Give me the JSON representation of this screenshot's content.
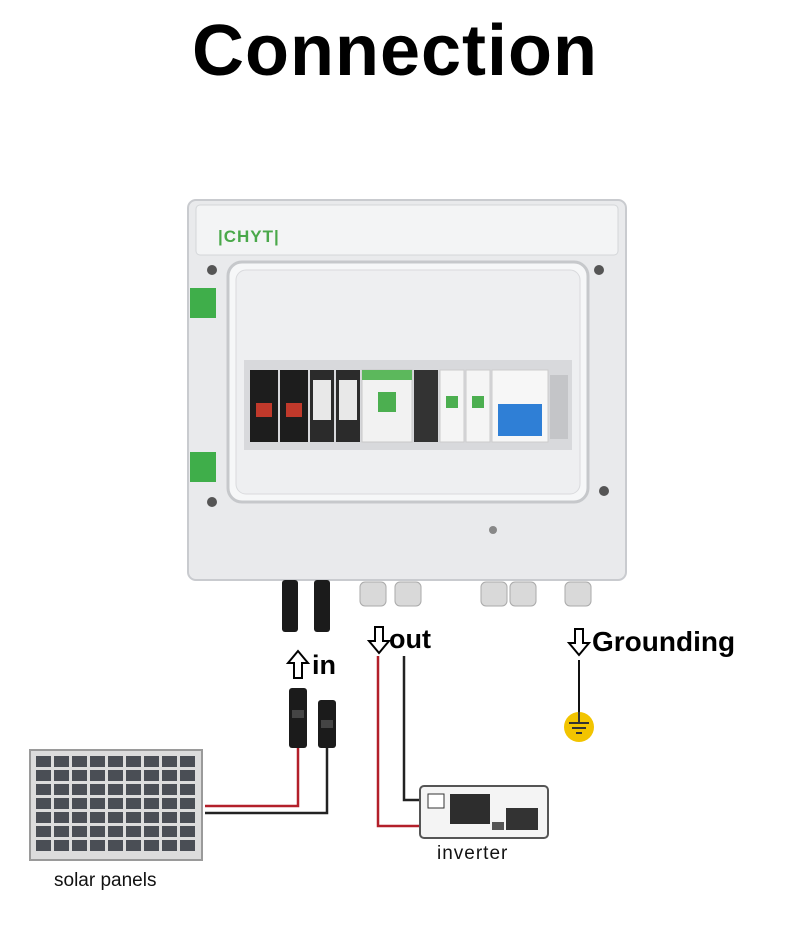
{
  "title": "Connection",
  "brand": "|CHYT|",
  "labels": {
    "in": "in",
    "out": "out",
    "grounding": "Grounding",
    "inverter": "inverter",
    "solar_panels": "solar panels"
  },
  "icons": [
    "up-arrow-icon",
    "down-arrow-icon",
    "ground-symbol-icon",
    "solar-panel-icon",
    "inverter-icon",
    "mc4-connector-icon"
  ],
  "colors": {
    "wire_red": "#b3202a",
    "wire_black": "#222222",
    "brand_green": "#4aa84a",
    "ground_yellow": "#f2c400",
    "breaker_blue": "#2f7fd6"
  }
}
